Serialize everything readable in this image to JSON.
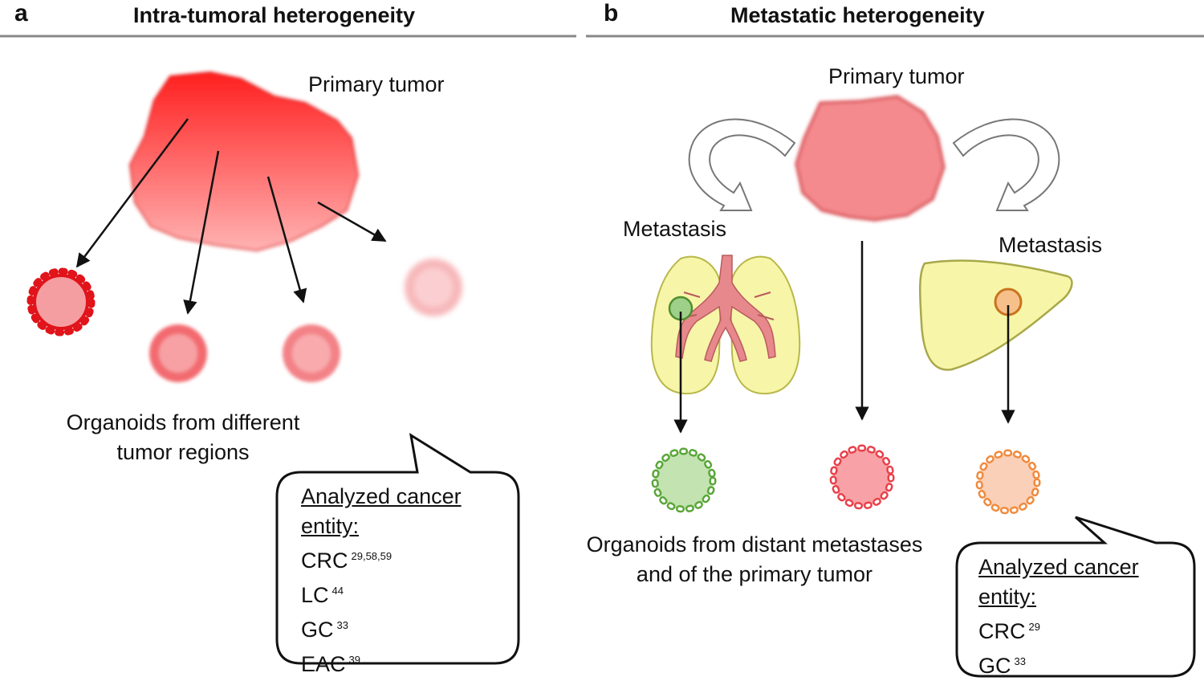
{
  "panel_a": {
    "letter": "a",
    "title": "Intra-tumoral heterogeneity",
    "primary_label": "Primary tumor",
    "caption": "Organoids from different tumor regions",
    "entity_title": "Analyzed cancer entity:",
    "entities": [
      {
        "name": "CRC",
        "refs": "29,58,59"
      },
      {
        "name": "LC",
        "refs": "44"
      },
      {
        "name": "GC",
        "refs": "33"
      },
      {
        "name": "EAC",
        "refs": "39"
      }
    ]
  },
  "panel_b": {
    "letter": "b",
    "title": "Metastatic heterogeneity",
    "primary_label": "Primary tumor",
    "metastasis_left": "Metastasis",
    "metastasis_right": "Metastasis",
    "caption": "Organoids from distant metastases and of the primary tumor",
    "entity_title": "Analyzed cancer entity:",
    "entities": [
      {
        "name": "CRC",
        "refs": "29"
      },
      {
        "name": "GC",
        "refs": "33"
      }
    ]
  },
  "colors": {
    "tumor_red": "#ff2a2a",
    "tumor_pink": "#f48a8e",
    "organoid_green": "#5aa63a",
    "organoid_red": "#e8404a",
    "organoid_orange": "#f08a3c",
    "organ_yellow": "#f7f5a8",
    "bronchi": "#e7898c"
  }
}
